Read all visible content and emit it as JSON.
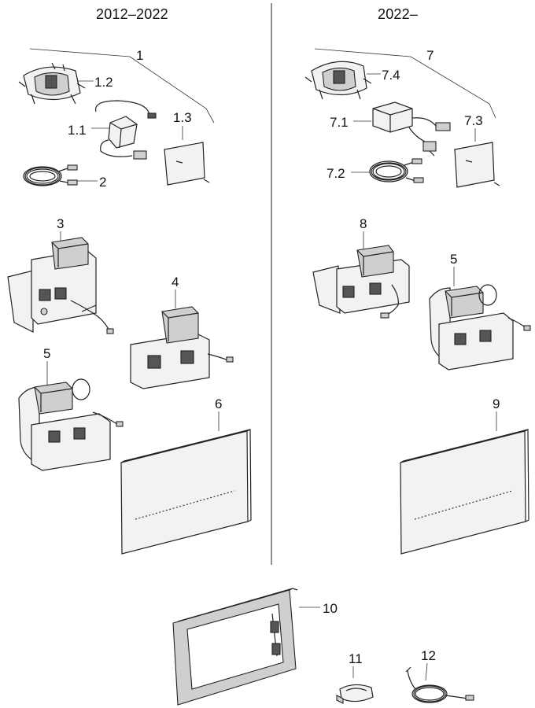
{
  "headers": {
    "left": "2012–2022",
    "right": "2022–"
  },
  "labels": {
    "l1": "1",
    "l1_2": "1.2",
    "l1_1": "1.1",
    "l1_3": "1.3",
    "l2": "2",
    "l7": "7",
    "l7_4": "7.4",
    "l7_1": "7.1",
    "l7_3": "7.3",
    "l7_2": "7.2",
    "l3": "3",
    "l4": "4",
    "l5a": "5",
    "l6": "6",
    "l8": "8",
    "l5b": "5",
    "l9": "9",
    "l10": "10",
    "l11": "11",
    "l12": "12"
  },
  "colors": {
    "stroke": "#222222",
    "fill_light": "#f2f2f2",
    "fill_mid": "#d0d0d0",
    "fill_dark": "#555555"
  }
}
